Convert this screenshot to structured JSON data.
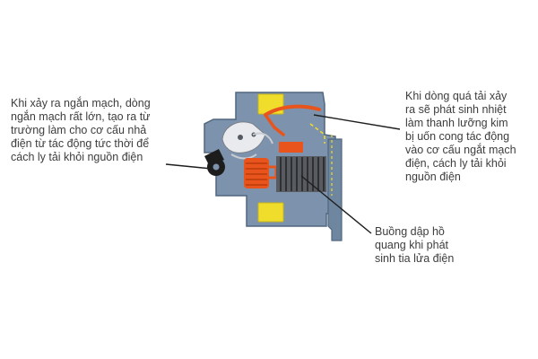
{
  "callouts": {
    "short_circuit": {
      "lines": [
        "Khi xảy ra ngắn mạch, dòng",
        "ngắn mạch rất lớn, tạo ra từ",
        "trường làm cho cơ cấu nhả",
        "điện từ tác động tức thời để",
        "cách ly tải khỏi nguồn điện"
      ]
    },
    "overload": {
      "lines": [
        "Khi dòng quá tải xảy",
        "ra sẽ phát sinh nhiệt",
        "làm thanh lưỡng kim",
        "bị uốn cong tác động",
        "vào cơ cấu ngắt mạch",
        "điện, cách ly tải khỏi",
        "nguồn điện"
      ]
    },
    "arc_chamber": {
      "lines": [
        "Buồng dập hồ",
        "quang khi phát",
        "sinh tia lửa điện"
      ]
    }
  },
  "colors": {
    "body": "#7d93ad",
    "body_dark": "#51677f",
    "terminal_yellow": "#f0dc2a",
    "coil_orange": "#e8541c",
    "arc_grey": "#585c60",
    "leader_line": "#1e1e1e",
    "text": "#3d3d3d"
  }
}
